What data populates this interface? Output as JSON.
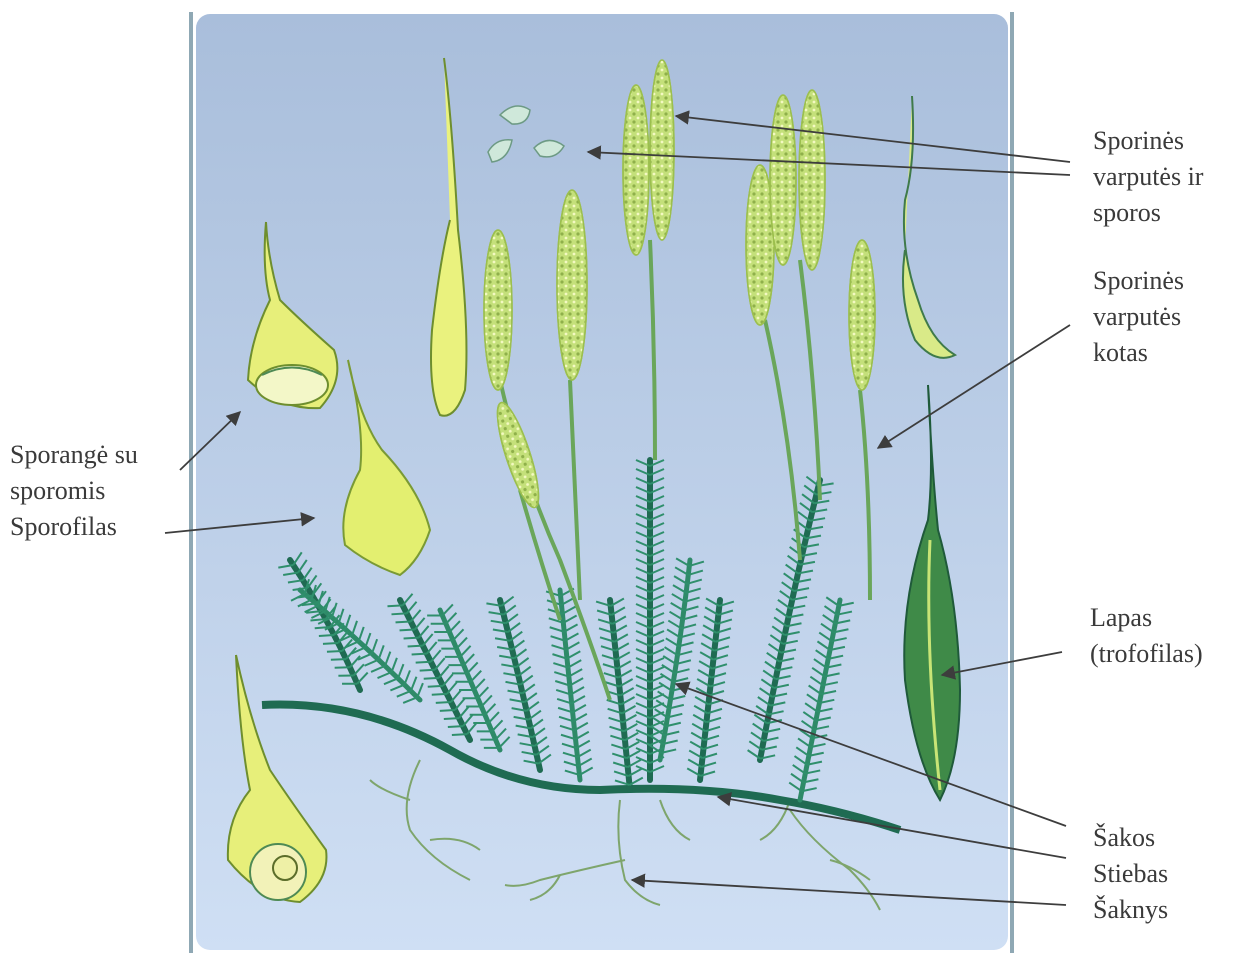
{
  "labels": {
    "spore_cones": [
      "Sporinės",
      "varputės ir",
      "sporos"
    ],
    "cone_stalk": [
      "Sporinės",
      "varputės",
      "kotas"
    ],
    "sporangium": [
      "Sporangė su",
      "sporomis"
    ],
    "sporophyll": "Sporofilas",
    "leaf": [
      "Lapas",
      "(trofofilas)"
    ],
    "branches": "Šakos",
    "stem": "Stiebas",
    "roots": "Šaknys"
  },
  "colors": {
    "panel_top": "#a9bedb",
    "panel_bottom": "#cfdff4",
    "frame": "#8fa8b4",
    "plant_dark": "#1f6b52",
    "plant_mid": "#2e8a68",
    "cone": "#c4e07a",
    "sporophyll": "#e6f07a",
    "arrow": "#3d3d3d"
  }
}
